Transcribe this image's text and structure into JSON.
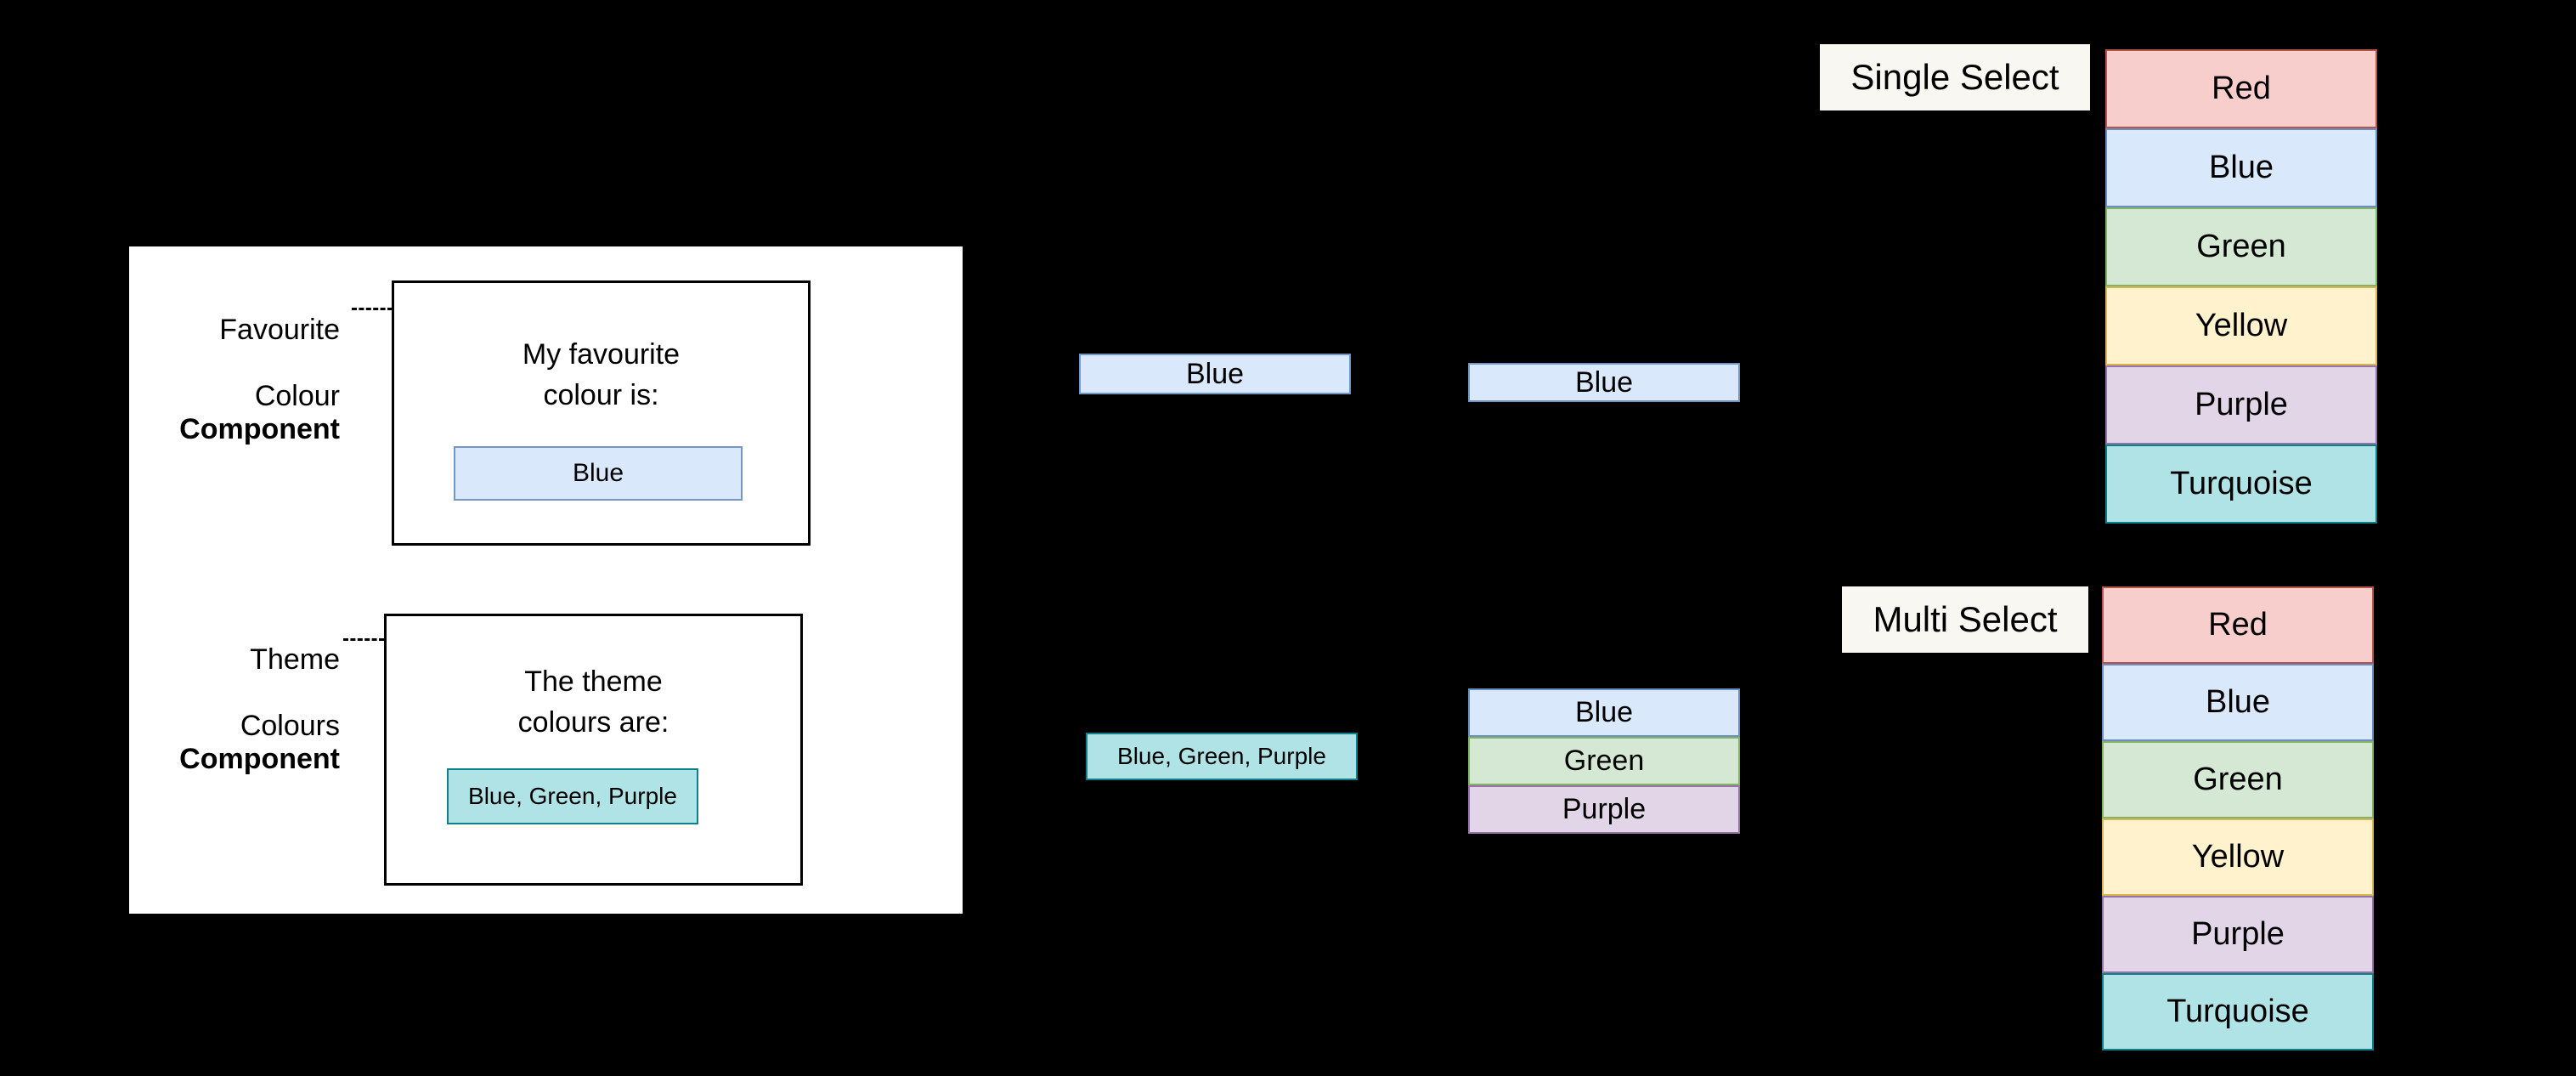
{
  "diagram": {
    "background_color": "#000000",
    "panel_color": "#ffffff"
  },
  "components": [
    {
      "leader_line1": "Favourite",
      "leader_line2": "Colour",
      "leader_kind": "Component",
      "title": "My favourite\ncolour is:",
      "chip_value": "Blue",
      "chip_style": "blue"
    },
    {
      "leader_line1": "Theme",
      "leader_line2": "Colours",
      "leader_kind": "Component",
      "title": "The theme\ncolours are:",
      "chip_value": "Blue, Green, Purple",
      "chip_style": "turquoise"
    }
  ],
  "middle": {
    "single_value_chip": "Blue",
    "multi_value_chip": "Blue, Green, Purple"
  },
  "selected": {
    "single": [
      "Blue"
    ],
    "multi": [
      "Blue",
      "Green",
      "Purple"
    ]
  },
  "lists": {
    "single_select": {
      "label": "Single Select",
      "options": [
        "Red",
        "Blue",
        "Green",
        "Yellow",
        "Purple",
        "Turquoise"
      ]
    },
    "multi_select": {
      "label": "Multi Select",
      "options": [
        "Red",
        "Blue",
        "Green",
        "Yellow",
        "Purple",
        "Turquoise"
      ]
    }
  },
  "palette": {
    "Red": "#f8cecc",
    "Blue": "#dae8fc",
    "Green": "#d5e8d4",
    "Yellow": "#fff2cc",
    "Purple": "#e1d5e7",
    "Turquoise": "#b0e3e6"
  }
}
